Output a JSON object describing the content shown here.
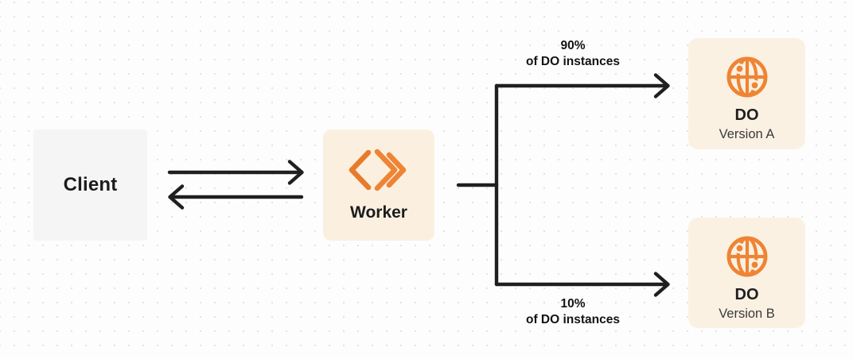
{
  "colors": {
    "accent_orange": "#ee8434",
    "worker_box_bg": "#fbf0e0",
    "do_box_bg": "#fbf1e2",
    "client_box_bg": "#f5f5f6",
    "arrow_stroke": "#1f1f21",
    "dot_grid": "#e3e3e4",
    "canvas_bg": "#fdfdfd"
  },
  "nodes": {
    "client": {
      "label": "Client"
    },
    "worker": {
      "label": "Worker",
      "icon": "workers-logo-icon"
    },
    "do_version_a": {
      "title": "DO",
      "subtitle": "Version A",
      "icon": "globe-icon"
    },
    "do_version_b": {
      "title": "DO",
      "subtitle": "Version B",
      "icon": "globe-icon"
    }
  },
  "edges": {
    "client_worker": {
      "type": "bidirectional-arrows"
    },
    "top_branch": {
      "pct": "90%",
      "caption": "of DO instances",
      "target": "DO Version A"
    },
    "bottom_branch": {
      "pct": "10%",
      "caption": "of DO instances",
      "target": "DO Version B"
    }
  }
}
